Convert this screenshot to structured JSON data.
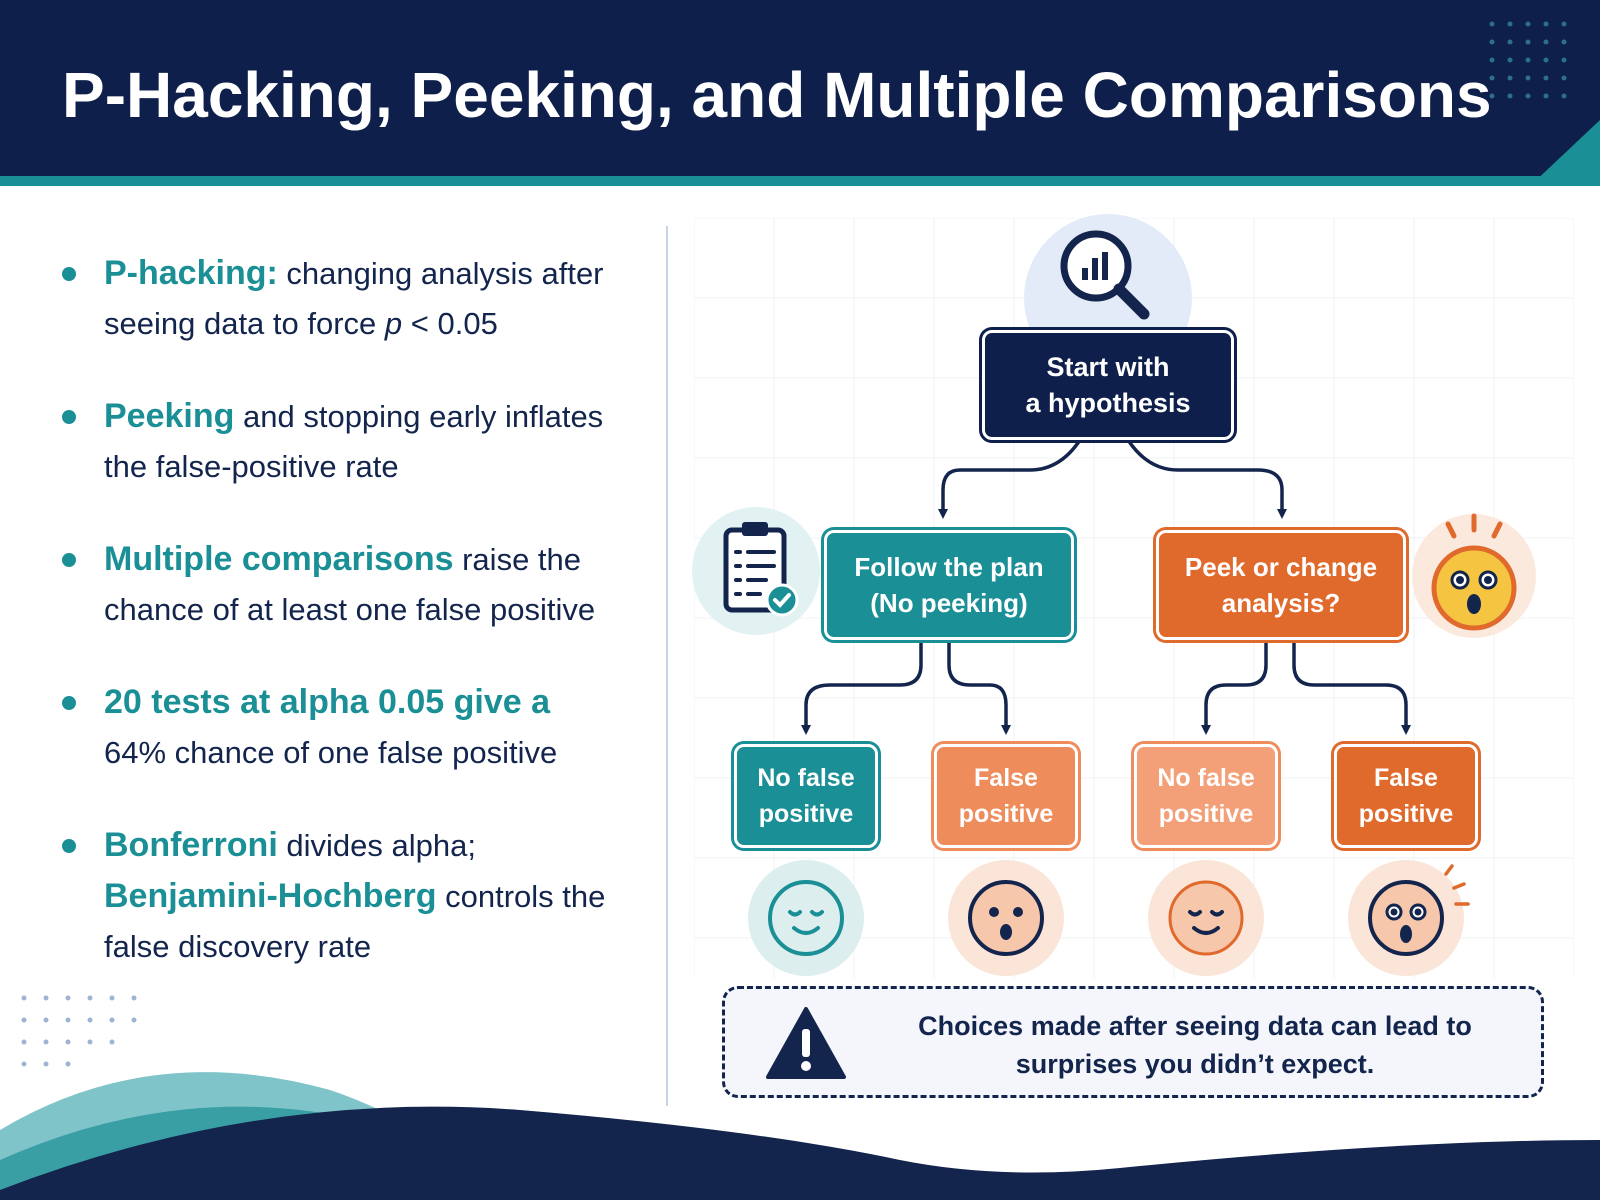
{
  "title": "P-Hacking, Peeking, and Multiple Comparisons",
  "bullets": [
    {
      "key": "P-hacking:",
      "text_pre": " changing analysis after seeing data to force ",
      "p": "p",
      "text_post": " < 0.05"
    },
    {
      "key": "Peeking",
      "text_pre": " and stopping early inflates the false-positive rate"
    },
    {
      "key": "Multiple comparisons",
      "text_pre": " raise the chance of at least one false positive"
    },
    {
      "key": "20 tests at alpha 0.05 give a",
      "text_pre": " 64% chance of one false positive"
    },
    {
      "key": "Bonferroni",
      "text_pre": " divides alpha; ",
      "key2": "Benjamini-Hochberg",
      "text_post": " controls the false discovery rate"
    }
  ],
  "flow": {
    "start": {
      "line1": "Start with",
      "line2": "a hypothesis"
    },
    "left": {
      "line1": "Follow the plan",
      "line2": "(No peeking)"
    },
    "right": {
      "line1": "Peek or change",
      "line2": "analysis?"
    },
    "leaves": [
      {
        "line1": "No false",
        "line2": "positive"
      },
      {
        "line1": "False",
        "line2": "positive"
      },
      {
        "line1": "No false",
        "line2": "positive"
      },
      {
        "line1": "False",
        "line2": "positive"
      }
    ]
  },
  "icons": {
    "top": "magnifier-chart-icon",
    "left": "clipboard-check-icon",
    "right": "surprised-face-icon",
    "leaves": [
      "calm-face-icon",
      "surprised-face-icon",
      "calm-face-icon",
      "surprised-face-icon"
    ],
    "warning": "warning-icon"
  },
  "note": {
    "line1": "Choices made after seeing data can lead to",
    "line2": "surprises you didn’t expect."
  },
  "colors": {
    "navy": "#0d1f4a",
    "teal": "#1b8f96",
    "orange": "#e06a2c",
    "light_orange": "#ee8c5c"
  }
}
